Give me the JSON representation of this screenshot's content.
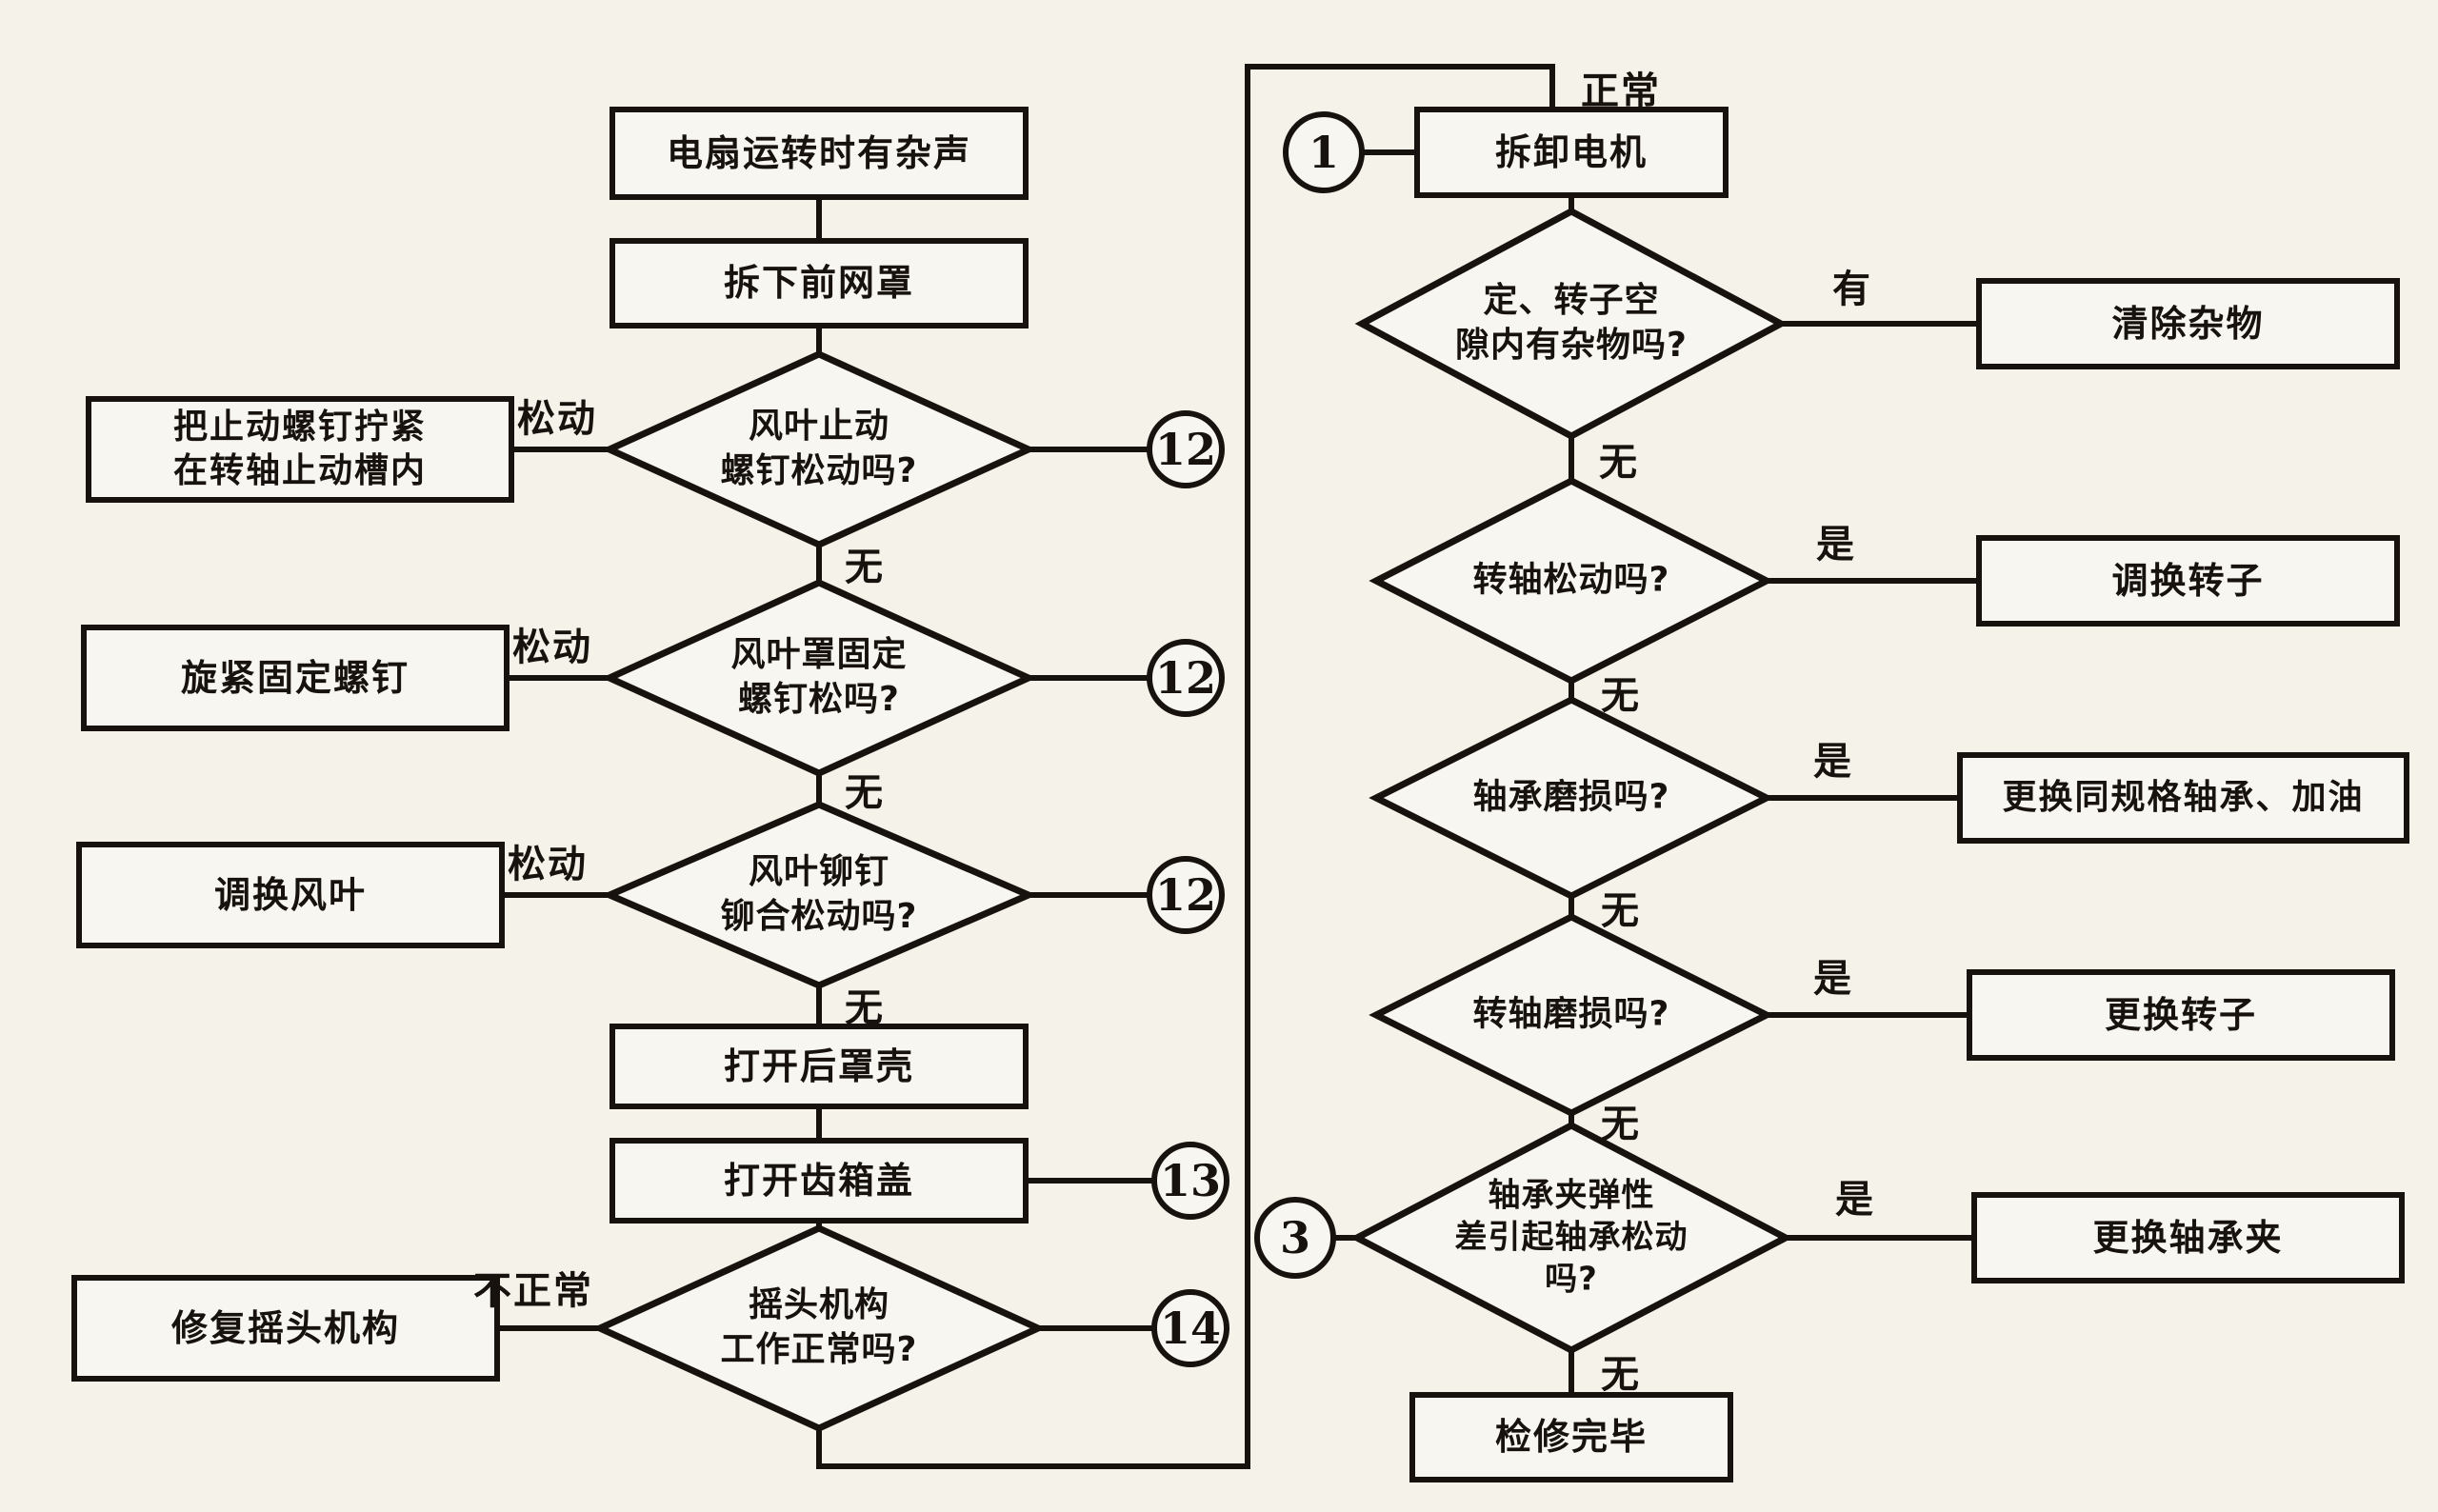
{
  "colors": {
    "background": "#f5f2ea",
    "ink": "#17120d"
  },
  "labels": {
    "loose": "松动",
    "none": "无",
    "yes": "是",
    "present": "有",
    "normal": "正常",
    "abnormal": "不正常"
  },
  "connector_numbers": {
    "n1": "1",
    "n3": "3",
    "n12": "12",
    "n13": "13",
    "n14": "14"
  },
  "steps": {
    "start": "电扇运转时有杂声",
    "remove_front_cover": "拆下前网罩",
    "open_rear_cover": "打开后罩壳",
    "open_gear_cover": "打开齿箱盖",
    "dismantle_motor": "拆卸电机",
    "service_done": "检修完毕"
  },
  "decisions": {
    "blade_stop_screw_loose": "风叶止动\n螺钉松动吗?",
    "blade_cover_screw_loose": "风叶罩固定\n螺钉松吗?",
    "blade_rivet_loose": "风叶铆钉\n铆合松动吗?",
    "oscillator_works": "摇头机构\n工作正常吗?",
    "stator_rotor_gap_debris": "定、转子空\n隙内有杂物吗?",
    "shaft_loose": "转轴松动吗?",
    "bearing_worn": "轴承磨损吗?",
    "shaft_worn": "转轴磨损吗?",
    "bearing_clip_poor": "轴承夹弹性\n差引起轴承松动\n吗?"
  },
  "remedies": {
    "tighten_stop_screw": "把止动螺钉拧紧\n在转轴止动槽内",
    "tighten_fixing_screw": "旋紧固定螺钉",
    "replace_fan_blade": "调换风叶",
    "repair_oscillator": "修复摇头机构",
    "clear_debris": "清除杂物",
    "replace_rotor": "调换转子",
    "replace_bearing_oil": "更换同规格轴承、加油",
    "replace_rotor2": "更换转子",
    "replace_bearing_clip": "更换轴承夹"
  }
}
